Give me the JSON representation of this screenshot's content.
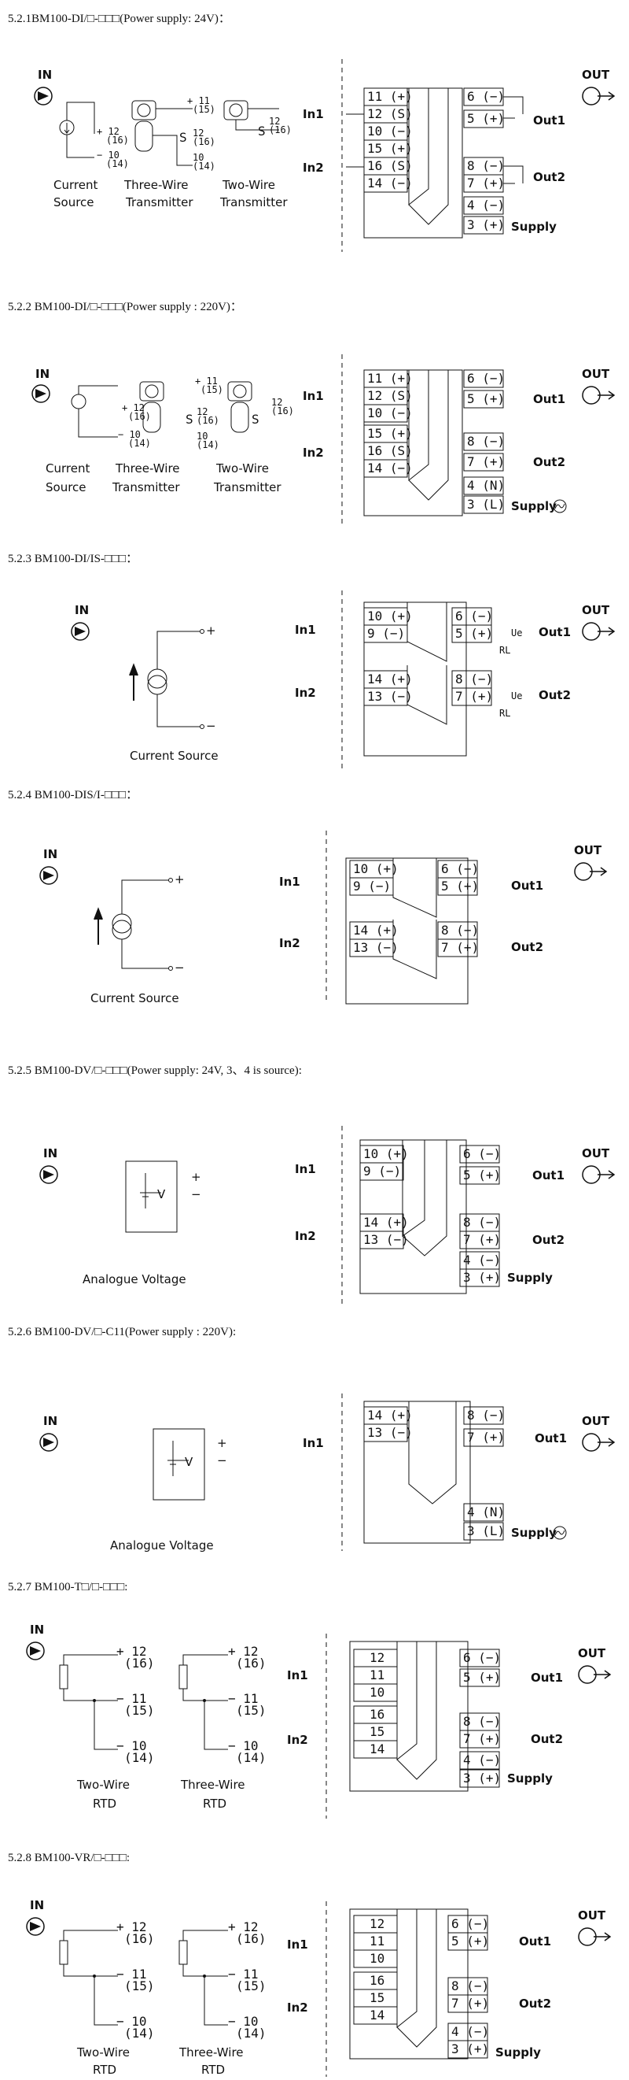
{
  "sections": [
    {
      "title": "5.2.1BM100-DI/□-□□□(Power supply: 24V)：",
      "sources": [
        "Current",
        "Source",
        "Three-Wire",
        "Transmitter",
        "Two-Wire",
        "Transmitter"
      ],
      "terminals_left": [
        "11 (+)",
        "12 (S)",
        "10 (−)",
        "15 (+)",
        "16 (S)",
        "14 (−)"
      ],
      "terminals_right": [
        "6 (−)",
        "5 (+)",
        "8 (−)",
        "7 (+)",
        "4 (−)",
        "3 (+)"
      ],
      "inputs": [
        "In1",
        "In2"
      ],
      "outputs": [
        "Out1",
        "Out2"
      ],
      "supply": "Supply",
      "source_terms": [
        "+ 12",
        "(16)",
        "− 10",
        "(14)",
        "+ 11",
        "(15)",
        "S",
        "12",
        "(16)",
        "10",
        "(14)",
        "S",
        "12",
        "(16)"
      ]
    },
    {
      "title": "5.2.2 BM100-DI/□-□□□(Power supply : 220V)：",
      "sources": [
        "Current",
        "Source",
        "Three-Wire",
        "Transmitter",
        "Two-Wire",
        "Transmitter"
      ],
      "terminals_left": [
        "11 (+)",
        "12 (S)",
        "10 (−)",
        "15 (+)",
        "16 (S)",
        "14 (−)"
      ],
      "terminals_right": [
        "6 (−)",
        "5 (+)",
        "8 (−)",
        "7 (+)",
        "4 (N)",
        "3 (L)"
      ],
      "inputs": [
        "In1",
        "In2"
      ],
      "outputs": [
        "Out1",
        "Out2"
      ],
      "supply": "Supply",
      "source_terms": [
        "+ 12",
        "(16)",
        "− 10",
        "(14)",
        "+ 11",
        "(15)",
        "S",
        "12",
        "(16)",
        "10",
        "(14)",
        "S",
        "12",
        "(16)"
      ]
    },
    {
      "title": "5.2.3 BM100-DI/IS-□□□：",
      "sources": [
        "Current Source"
      ],
      "terminals_left": [
        "10 (+)",
        "9 (−)",
        "14 (+)",
        "13 (−)"
      ],
      "terminals_right": [
        "6 (−)",
        "5 (+)",
        "8 (−)",
        "7 (+)"
      ],
      "inputs": [
        "In1",
        "In2"
      ],
      "outputs": [
        "Out1",
        "Out2"
      ],
      "extra": [
        "Ue",
        "RL"
      ]
    },
    {
      "title": "5.2.4 BM100-DIS/I-□□□：",
      "sources": [
        "Current Source"
      ],
      "terminals_left": [
        "10 (+)",
        "9 (−)",
        "14 (+)",
        "13 (−)"
      ],
      "terminals_right": [
        "6 (−)",
        "5 (+)",
        "8 (−)",
        "7 (+)"
      ],
      "inputs": [
        "In1",
        "In2"
      ],
      "outputs": [
        "Out1",
        "Out2"
      ]
    },
    {
      "title": "5.2.5 BM100-DV/□-□□□(Power supply: 24V, 3、4 is source):",
      "sources": [
        "Analogue Voltage"
      ],
      "terminals_left": [
        "10 (+)",
        "9 (−)",
        "14 (+)",
        "13 (−)"
      ],
      "terminals_right": [
        "6 (−)",
        "5 (+)",
        "8 (−)",
        "7 (+)",
        "4 (−)",
        "3 (+)"
      ],
      "inputs": [
        "In1",
        "In2"
      ],
      "outputs": [
        "Out1",
        "Out2"
      ],
      "supply": "Supply"
    },
    {
      "title": "5.2.6 BM100-DV/□-C11(Power supply : 220V):",
      "sources": [
        "Analogue Voltage"
      ],
      "terminals_left": [
        "14 (+)",
        "13 (−)"
      ],
      "terminals_right": [
        "8 (−)",
        "7 (+)",
        "4 (N)",
        "3 (L)"
      ],
      "inputs": [
        "In1"
      ],
      "outputs": [
        "Out1"
      ],
      "supply": "Supply"
    },
    {
      "title": "5.2.7 BM100-T□/□-□□□:",
      "sources": [
        "Two-Wire",
        "RTD",
        "Three-Wire",
        "RTD"
      ],
      "terminals_left": [
        "12",
        "11",
        "10",
        "16",
        "15",
        "14"
      ],
      "terminals_right": [
        "6 (−)",
        "5 (+)",
        "8 (−)",
        "7 (+)",
        "4 (−)",
        "3 (+)"
      ],
      "inputs": [
        "In1",
        "In2"
      ],
      "outputs": [
        "Out1",
        "Out2"
      ],
      "supply": "Supply"
    },
    {
      "title": "5.2.8 BM100-VR/□-□□□:",
      "sources": [
        "Two-Wire",
        "RTD",
        "Three-Wire",
        "RTD"
      ],
      "terminals_left": [
        "12",
        "11",
        "10",
        "16",
        "15",
        "14"
      ],
      "terminals_right": [
        "6 (−)",
        "5 (+)",
        "8 (−)",
        "7 (+)",
        "4 (−)",
        "3 (+)"
      ],
      "inputs": [
        "In1",
        "In2"
      ],
      "outputs": [
        "Out1",
        "Out2"
      ],
      "supply": "Supply"
    }
  ],
  "common": {
    "in": "IN",
    "out": "OUT",
    "plus": "+",
    "minus": "−",
    "v": "V",
    "rtd_terms": [
      "+ 12",
      "(16)",
      "− 11",
      "(15)",
      "− 10",
      "(14)"
    ]
  }
}
